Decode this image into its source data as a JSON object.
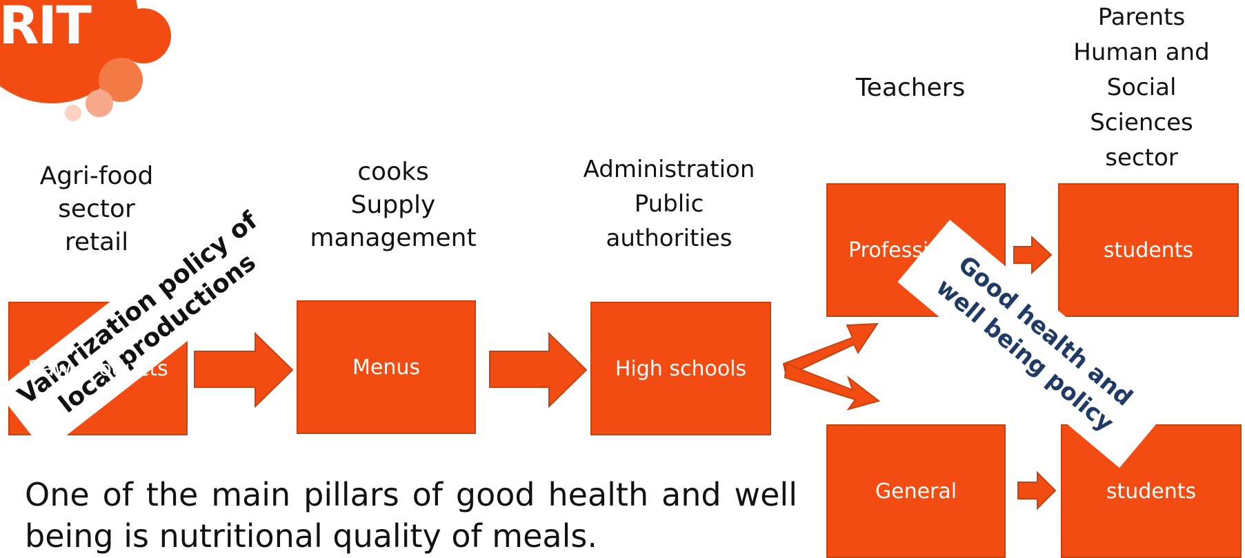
{
  "logo": {
    "text": "IRIT",
    "colors": [
      "#f24c12",
      "#f47a45",
      "#f8a88a",
      "#fbd3c3"
    ]
  },
  "labels": {
    "agrifood": [
      "Agri-food",
      "sector",
      "retail"
    ],
    "cooks": [
      "cooks",
      "Supply",
      "management"
    ],
    "administration": [
      "Administration",
      "Public",
      "authorities"
    ],
    "teachers": [
      "Teachers"
    ],
    "parents": [
      "Parents",
      "Human and",
      "Social",
      "Sciences",
      "sector"
    ]
  },
  "boxes": {
    "raw_products": "Raw products",
    "menus": "Menus",
    "high_schools": "High schools",
    "professional": "Professional",
    "general": "General",
    "students_top": "students",
    "students_bottom": "students"
  },
  "banners": {
    "valorization": [
      "Valorization policy of",
      "local productions"
    ],
    "health": [
      "Good health and",
      "well being policy"
    ]
  },
  "paragraph": "One of the main pillars of good health and well being is nutritional quality of meals.",
  "colors": {
    "box": "#f24c12",
    "arrow": "#f24c12",
    "health_text": "#1f3a64",
    "valorization_text": "#111111"
  }
}
